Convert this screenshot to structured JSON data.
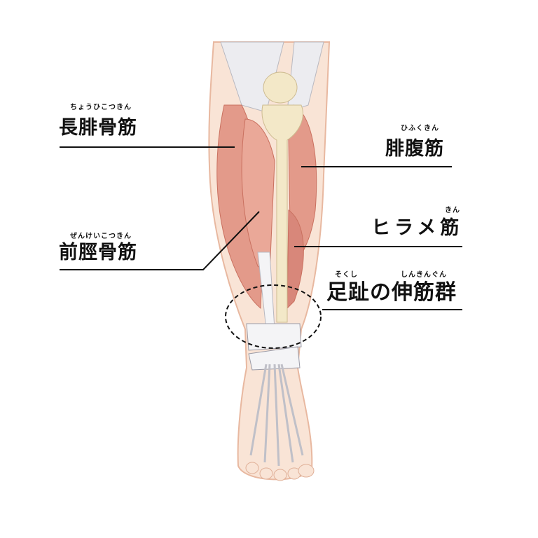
{
  "labels": {
    "peroneus_longus": {
      "text": "長腓骨筋",
      "ruby": "ちょうひこつきん"
    },
    "tibialis_anterior": {
      "text": "前脛骨筋",
      "ruby": "ぜんけいこつきん"
    },
    "gastrocnemius": {
      "text": "腓腹筋",
      "ruby": "ひふくきん"
    },
    "soleus": {
      "text": "ヒラメ筋",
      "ruby": "きん"
    },
    "toe_extensors": {
      "text": "足趾の伸筋群",
      "ruby_1": "そくし",
      "ruby_2": "しんきんぐん"
    }
  },
  "colors": {
    "muscle": "#e39a8a",
    "muscle_dark": "#c9705f",
    "bone": "#f3e8c8",
    "skin": "#f9e4d6",
    "tendon": "#f4f4f6",
    "line": "#111111"
  }
}
